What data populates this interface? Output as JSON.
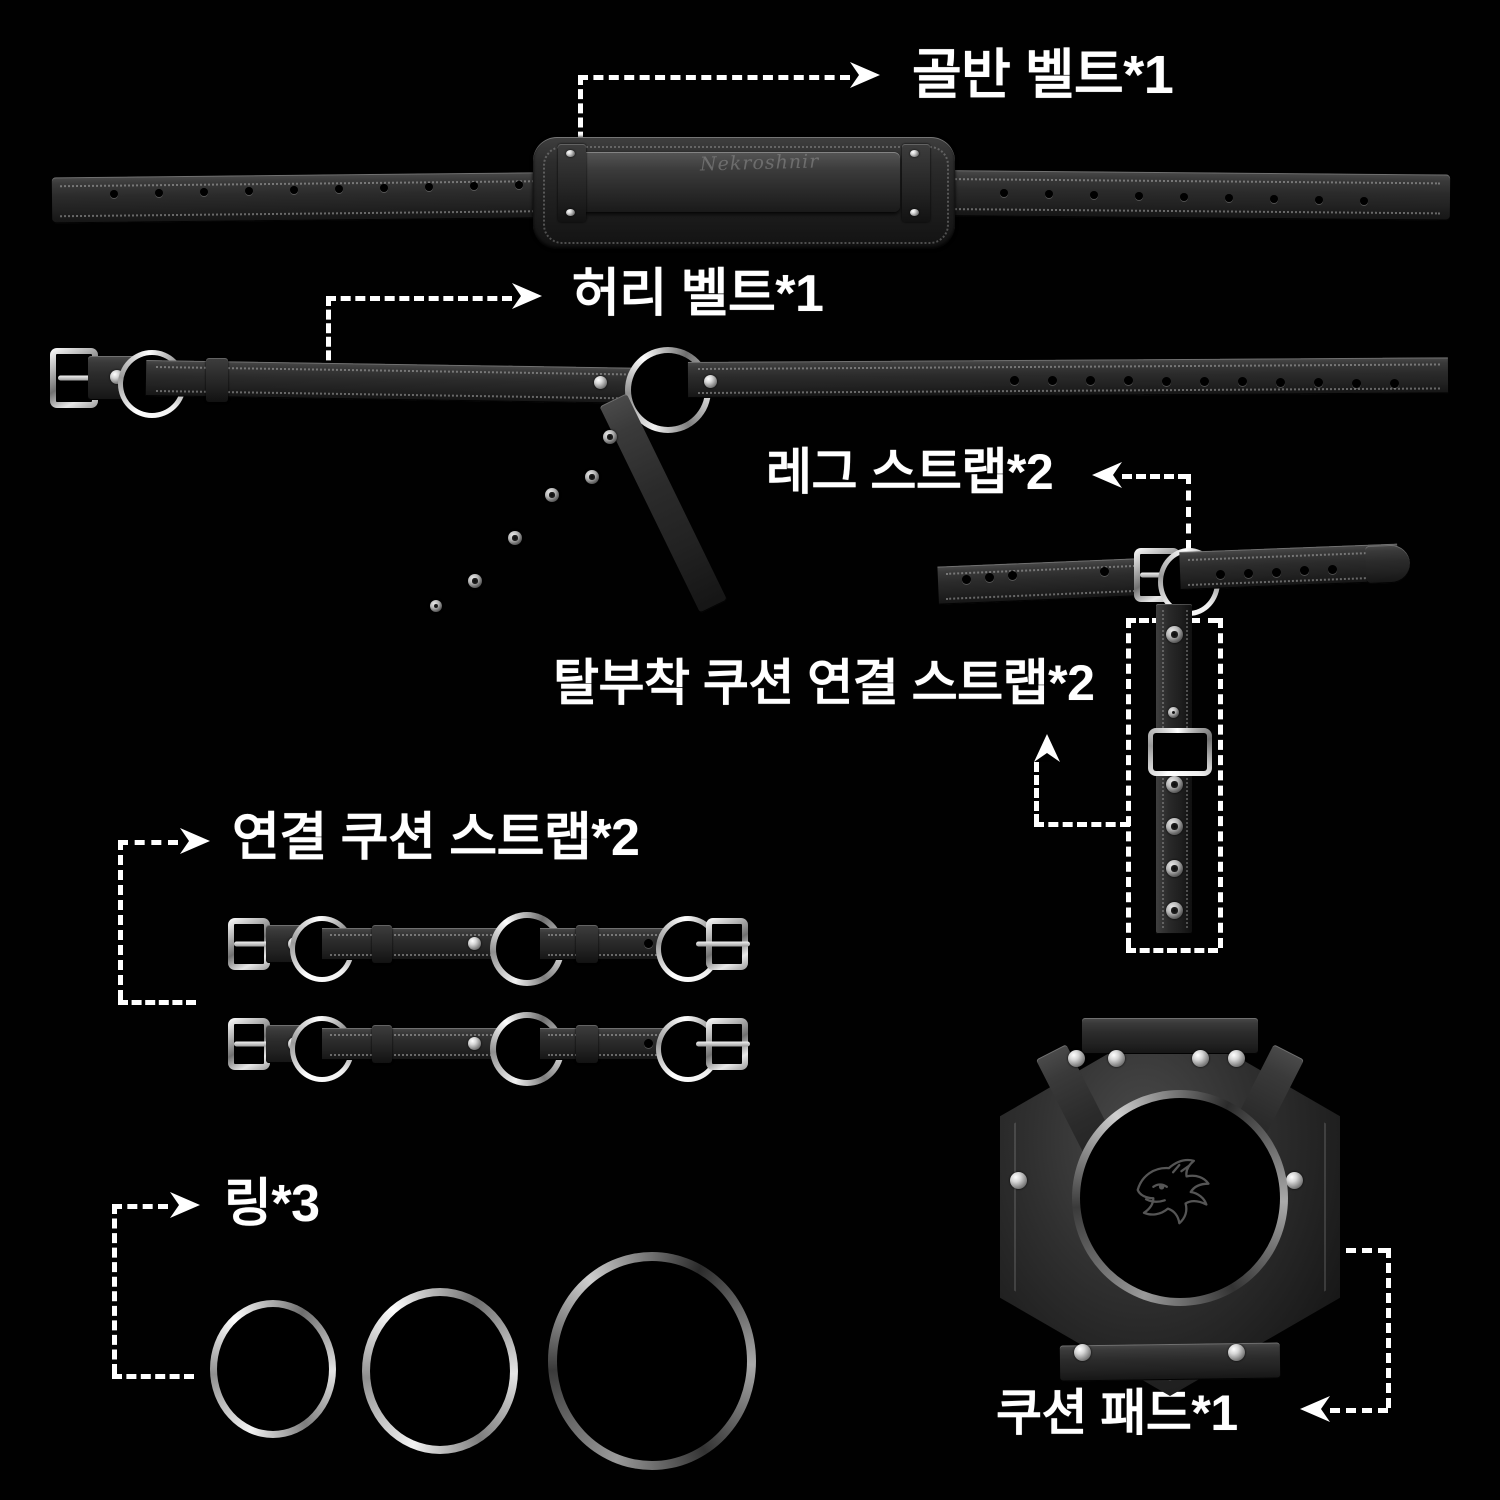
{
  "page": {
    "background_color": "#000000",
    "accent_color": "#ffffff",
    "title": "Harness parts exploded diagram"
  },
  "labels": [
    {
      "id": "pelvis_belt",
      "text": "골반 벨트*1",
      "count": 1,
      "arrow": "right"
    },
    {
      "id": "waist_belt",
      "text": "허리 벨트*1",
      "count": 1,
      "arrow": "right"
    },
    {
      "id": "leg_strap",
      "text": "레그 스트랩*2",
      "count": 2,
      "arrow": "left"
    },
    {
      "id": "detach_strap",
      "text": "탈부착 쿠션 연결 스트랩*2",
      "count": 2,
      "arrow": "up"
    },
    {
      "id": "conn_strap",
      "text": "연결 쿠션 스트랩*2",
      "count": 2,
      "arrow": "right"
    },
    {
      "id": "rings",
      "text": "링*3",
      "count": 3,
      "arrow": "right"
    },
    {
      "id": "cushion_pad",
      "text": "쿠션 패드*1",
      "count": 1,
      "arrow": "left"
    }
  ],
  "parts": {
    "pelvis_belt": {
      "name": "골반 벨트*1",
      "brand_mark": "Nekroshnir"
    },
    "waist_belt": {
      "name": "허리 벨트*1"
    },
    "leg_strap": {
      "name": "레그 스트랩*2"
    },
    "detach_strap": {
      "name": "탈부착 쿠션 연결 스트랩*2"
    },
    "conn_strap": {
      "name": "연결 쿠션 스트랩*2"
    },
    "rings": {
      "name": "링*3"
    },
    "cushion_pad": {
      "name": "쿠션 패드*1"
    }
  },
  "colors": {
    "leather_dark": "#151515",
    "leather_mid": "#2b2b2b",
    "leather_light": "#4a4a4a",
    "metal_silver": "#f2f2f2",
    "metal_dark": "#3a3a3a",
    "line": "#ffffff"
  }
}
